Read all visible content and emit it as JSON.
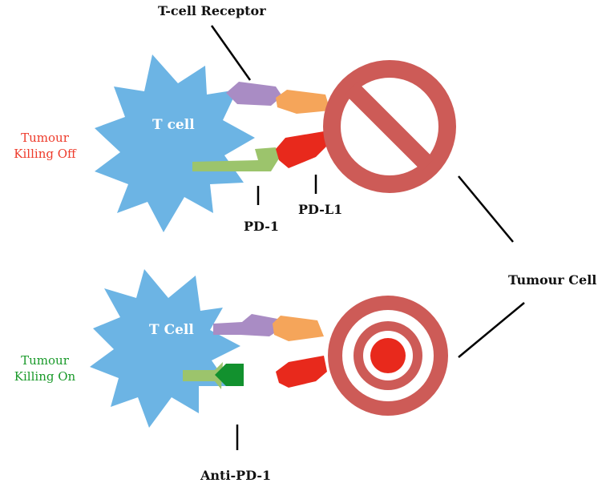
{
  "labels": {
    "tcr": "T-cell Receptor",
    "pd1": "PD-1",
    "pdl1": "PD-L1",
    "tumour_cell": "Tumour Cell",
    "anti_pd1": "Anti-PD-1"
  },
  "top_panel": {
    "cell_label": "T cell",
    "state_line1": "Tumour",
    "state_line2": "Killing Off",
    "state_color": "#ee3b2b"
  },
  "bottom_panel": {
    "cell_label": "T Cell",
    "state_line1": "Tumour",
    "state_line2": "Killing On",
    "state_color": "#1a9a2a"
  },
  "colors": {
    "t_cell": "#6cb4e4",
    "tcr": "#a98cc4",
    "mhc": "#f5a55a",
    "pd1": "#9cc46c",
    "pdl1": "#e8291c",
    "anti_pd1": "#12912e",
    "tumour": "#cd5b57"
  }
}
